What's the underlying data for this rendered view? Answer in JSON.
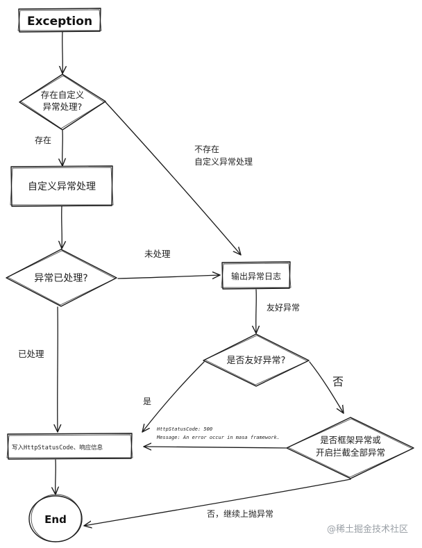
{
  "nodes": {
    "exception": "Exception",
    "custom_check_line1": "存在自定义",
    "custom_check_line2": "异常处理?",
    "custom_handler": "自定义异常处理",
    "handled_check": "异常已处理?",
    "log": "输出异常日志",
    "friendly_check": "是否友好异常?",
    "framework_check_line1": "是否框架异常或",
    "framework_check_line2": "开启拦截全部异常",
    "write_response": "写入HttpStatusCode、响应信息",
    "end": "End"
  },
  "edges": {
    "exists": "存在",
    "not_exists_line1": "不存在",
    "not_exists_line2": "自定义异常处理",
    "not_handled": "未处理",
    "handled": "已处理",
    "friendly": "友好异常",
    "yes": "是",
    "no": "否",
    "no_rethrow": "否，继续上抛异常",
    "status_code": "HttpStatusCode: 500",
    "message": "Message: An error occur in masa framework."
  },
  "watermark": "@稀土掘金技术社区"
}
